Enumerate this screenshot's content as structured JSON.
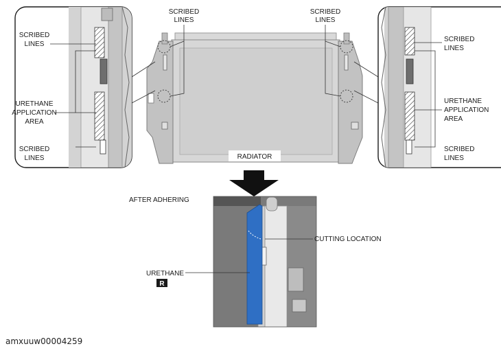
{
  "labels": {
    "scribed_lines_top_left": [
      "SCRIBED",
      "LINES"
    ],
    "scribed_lines_top_right": [
      "SCRIBED",
      "LINES"
    ],
    "left_inset_scribed_top": [
      "SCRIBED",
      "LINES"
    ],
    "left_inset_urethane": [
      "URETHANE",
      "APPLICATION",
      "AREA"
    ],
    "left_inset_scribed_bottom": [
      "SCRIBED",
      "LINES"
    ],
    "right_inset_scribed_top": [
      "SCRIBED",
      "LINES"
    ],
    "right_inset_urethane": [
      "URETHANE",
      "APPLICATION",
      "AREA"
    ],
    "right_inset_scribed_bottom": [
      "SCRIBED",
      "LINES"
    ],
    "radiator": "RADIATOR",
    "after_adhering": "AFTER ADHERING",
    "cutting_location": "CUTTING LOCATION",
    "urethane": "URETHANE",
    "urethane_badge": "R"
  },
  "figure_id": "amxuuw00004259",
  "colors": {
    "urethane_blue": "#2f6fc4",
    "panel_gray": "#cfcfcf",
    "dark_gray": "#6e6e6e",
    "background": "#ffffff"
  }
}
